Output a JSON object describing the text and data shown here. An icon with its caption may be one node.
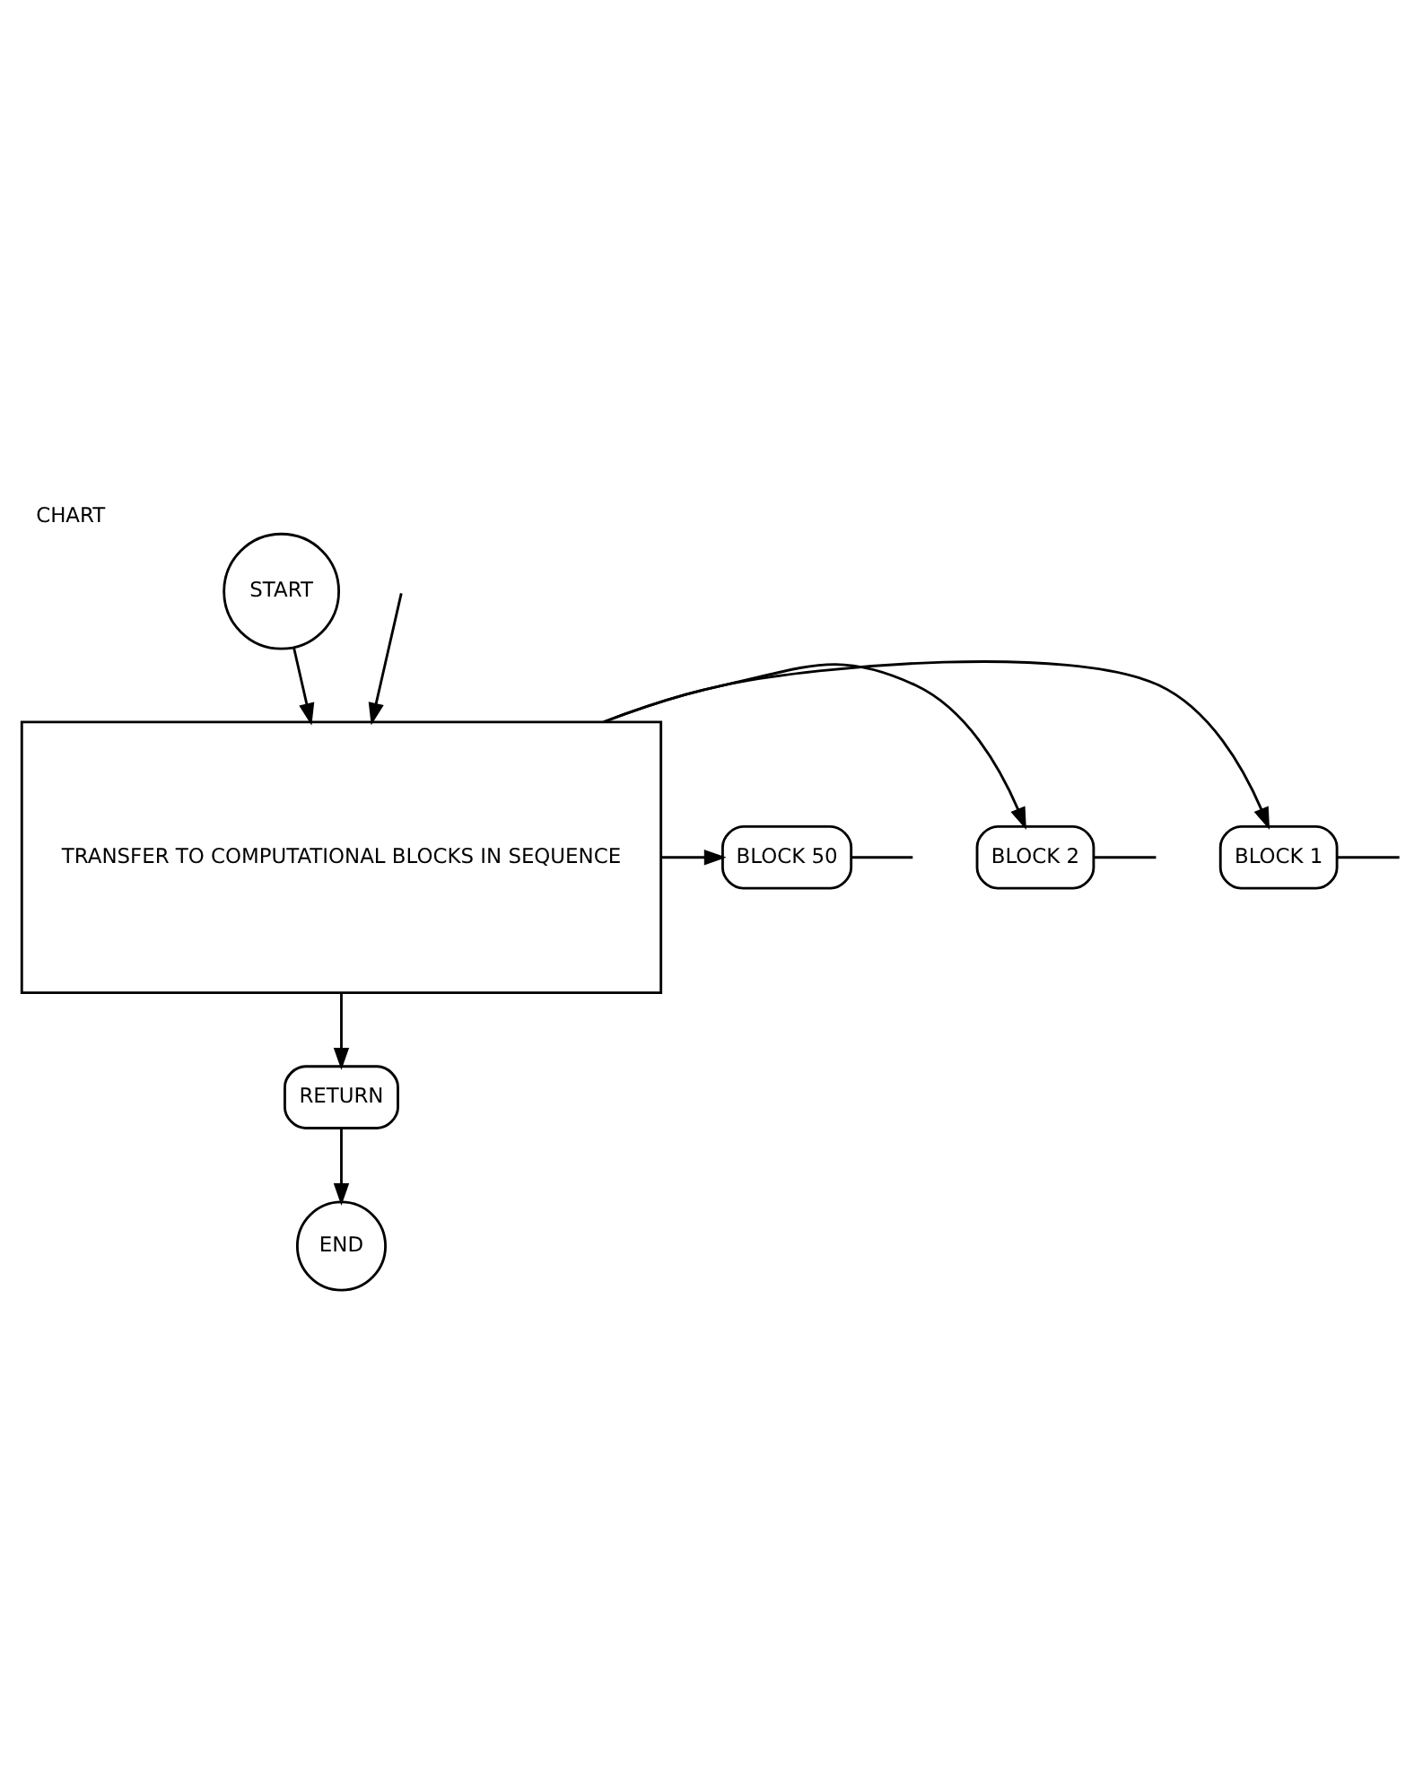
{
  "diagram": {
    "title": "CHART",
    "nodes": [
      {
        "text": [
          "START"
        ]
      },
      {
        "text": [
          "TRANSFER TO COMPUTATIONAL BLOCKS IN SEQUENCE"
        ]
      },
      {
        "text": [
          "BLOCK 1"
        ]
      },
      {
        "text": [
          "BLOCK 2"
        ]
      },
      {
        "text": [
          "BLOCK 50"
        ]
      },
      {
        "text": [
          "RETURN"
        ]
      },
      {
        "text": [
          "END"
        ]
      }
    ],
    "edges": [
      {
        "from": 0,
        "to": 1,
        "arrow": "to"
      },
      {
        "from": null,
        "to": 1,
        "arrow": "to"
      },
      {
        "from": 1,
        "to": 2,
        "arrow": "to"
      },
      {
        "from": 1,
        "to": 3,
        "arrow": "to"
      },
      {
        "from": 1,
        "to": 4,
        "arrow": "to"
      },
      {
        "from": 2,
        "to": null,
        "arrow": "none"
      },
      {
        "from": 3,
        "to": null,
        "arrow": "none"
      },
      {
        "from": 4,
        "to": null,
        "arrow": "none"
      },
      {
        "from": 1,
        "to": 5,
        "arrow": "to"
      },
      {
        "from": 5,
        "to": 6,
        "arrow": "to"
      }
    ]
  }
}
